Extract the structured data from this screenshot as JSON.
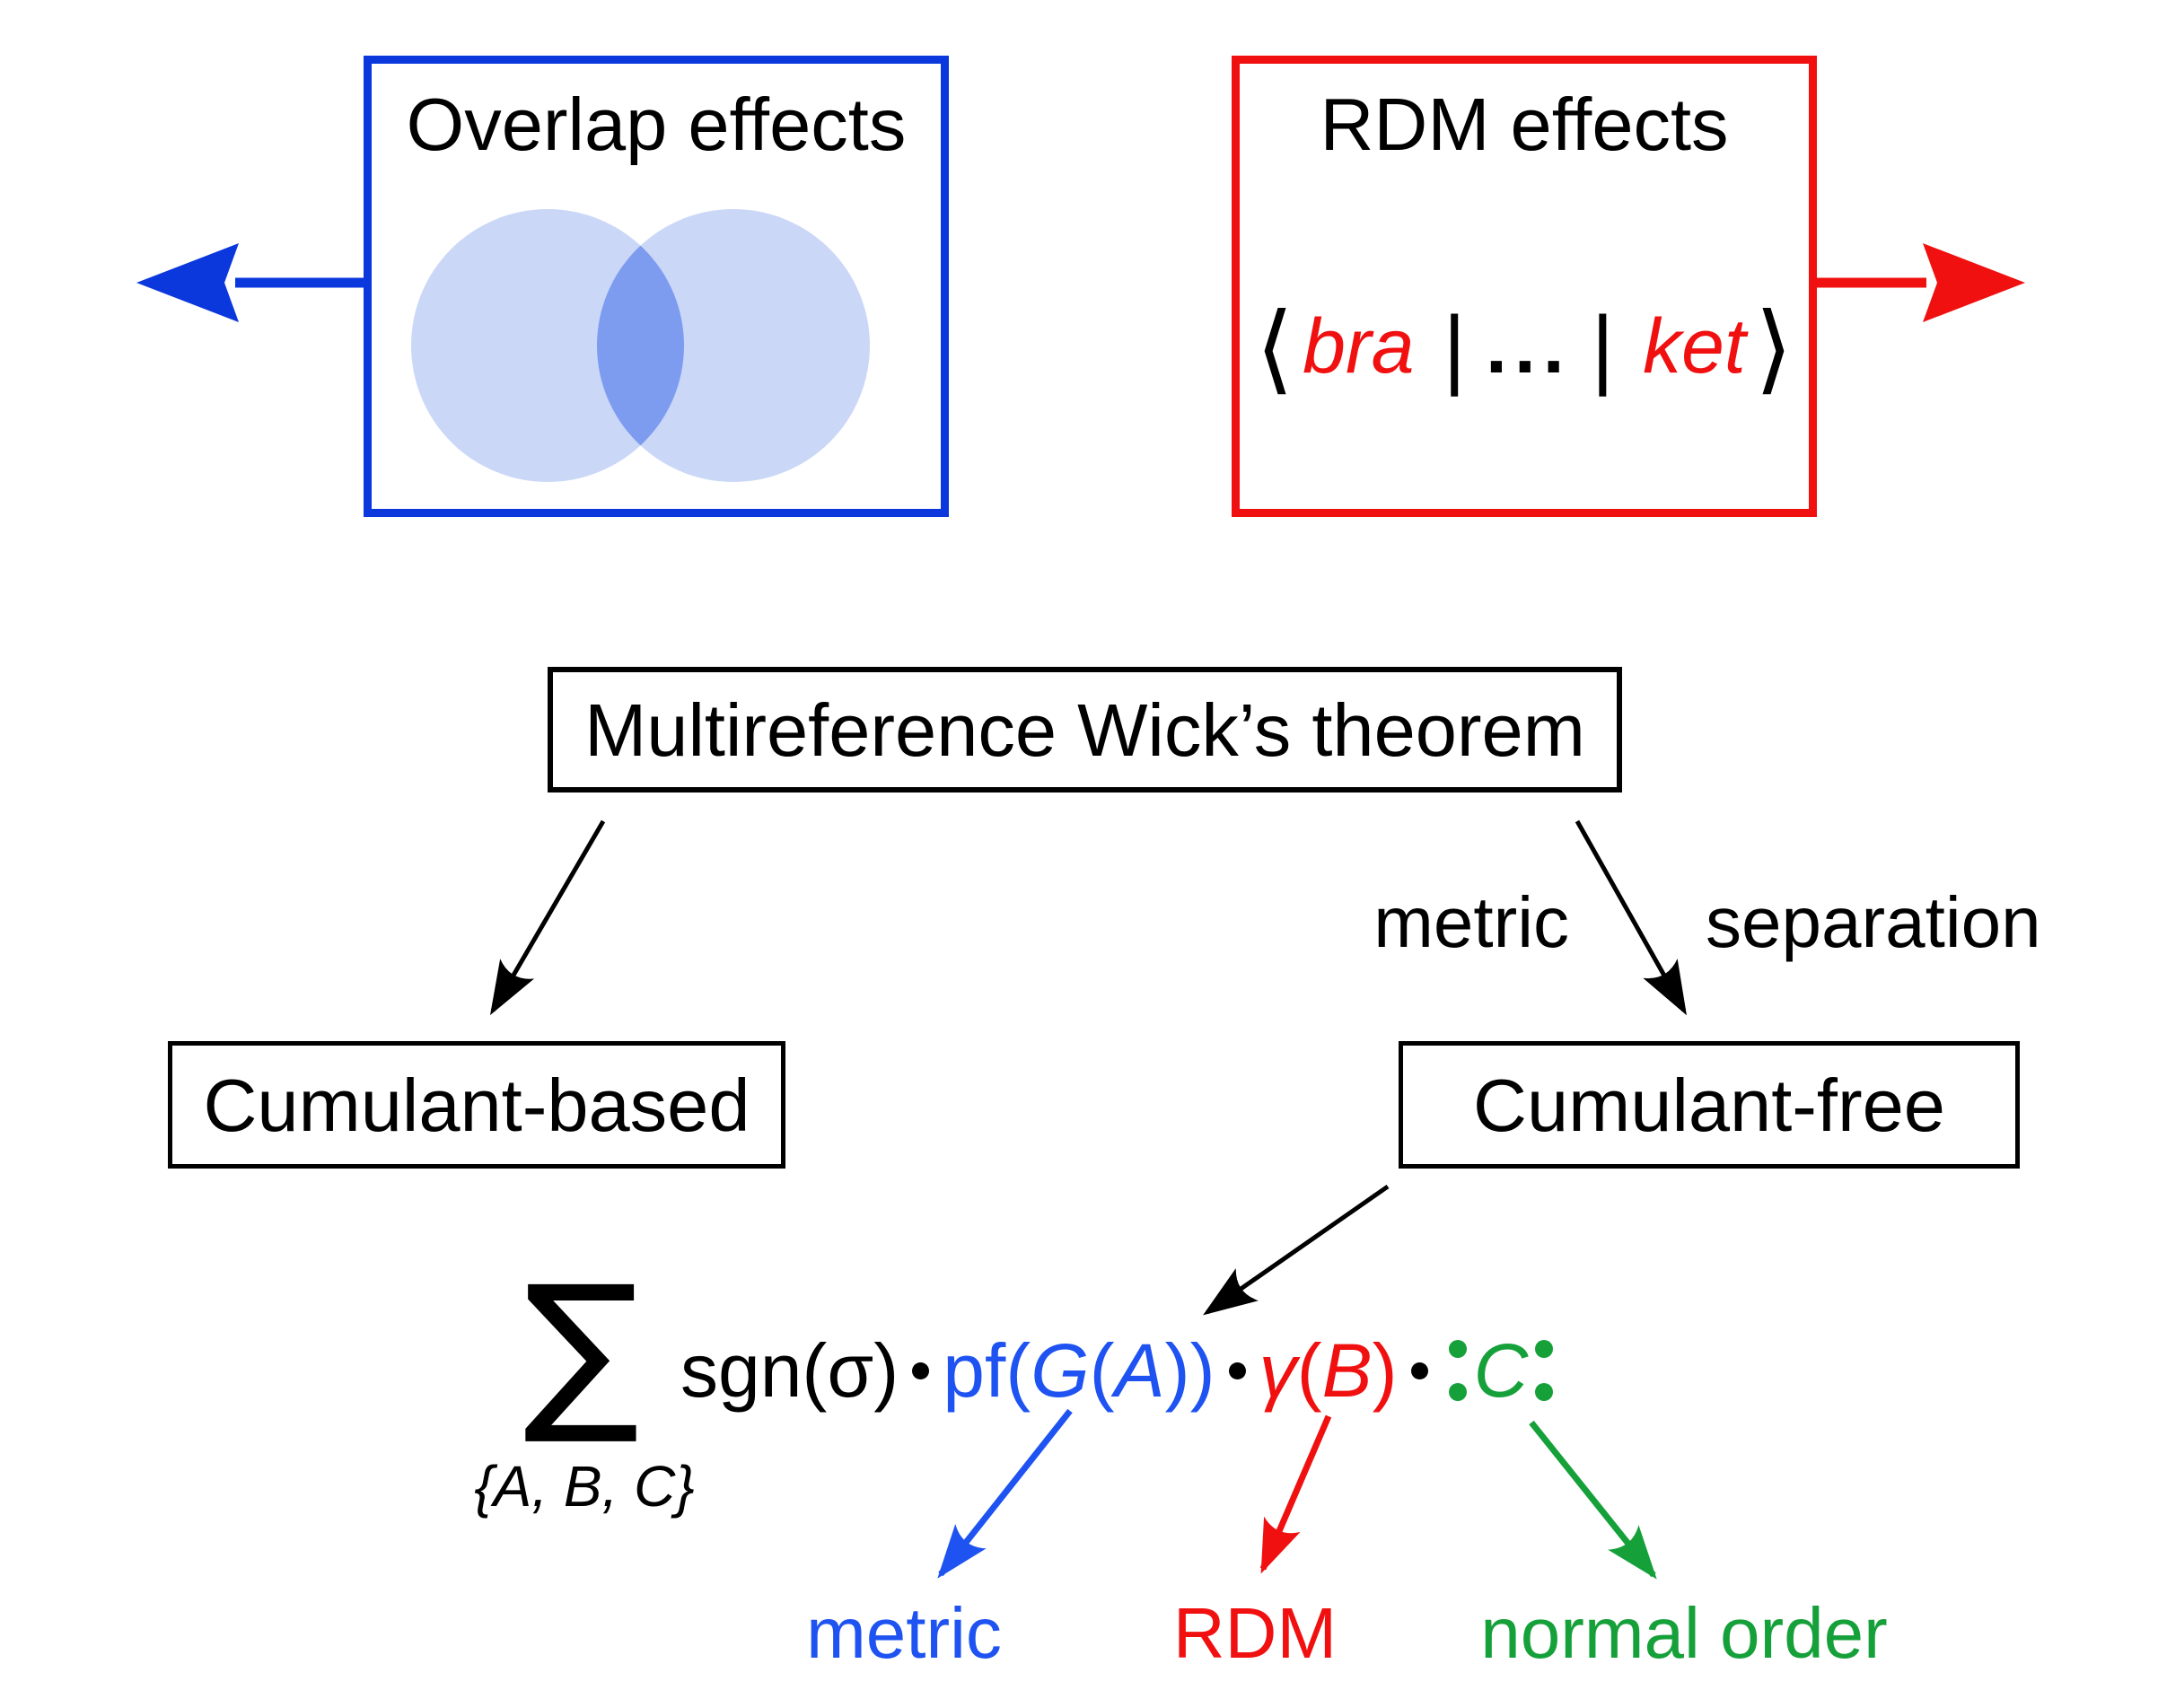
{
  "colors": {
    "blue_border": "#0a38dd",
    "blue_text": "#1e53f2",
    "red": "#f01010",
    "green": "#16a03a",
    "black": "#000000",
    "venn_light": "#cad7f7",
    "venn_overlap": "#7d9cf0"
  },
  "overlap_box": {
    "title": "Overlap effects"
  },
  "rdm_box": {
    "title": "RDM effects",
    "braket": {
      "open_bracket": "⟨",
      "bra": "bra",
      "bar_left": "|",
      "dots": "...",
      "bar_right": "|",
      "ket": "ket",
      "close_bracket": "⟩"
    }
  },
  "wick_box": {
    "label": "Multireference Wick’s theorem"
  },
  "branch_labels": {
    "metric": "metric",
    "separation": "separation"
  },
  "cumulant_based_box": {
    "label": "Cumulant-based"
  },
  "cumulant_free_box": {
    "label": "Cumulant-free"
  },
  "formula": {
    "sum_symbol": "∑",
    "sum_subscript": "{A, B, C}",
    "sgn_term": "sgn(σ)",
    "pf_prefix": "pf(",
    "G_var": "G",
    "inner_open": "(",
    "A_var": "A",
    "pf_suffix": "))",
    "gamma_symbol": "γ",
    "gamma_open": "(",
    "B_var": "B",
    "gamma_close": ")",
    "C_var": "C"
  },
  "term_labels": {
    "metric": "metric",
    "rdm": "RDM",
    "normal_order": "normal order"
  },
  "icons": {
    "venn_diagram": "two-overlapping-circles",
    "multiply_dot": "filled-circle-operator",
    "normal_order_colon": "two-stacked-green-dots",
    "arrow_left": "thick-left-arrow",
    "arrow_right": "thick-right-arrow"
  }
}
